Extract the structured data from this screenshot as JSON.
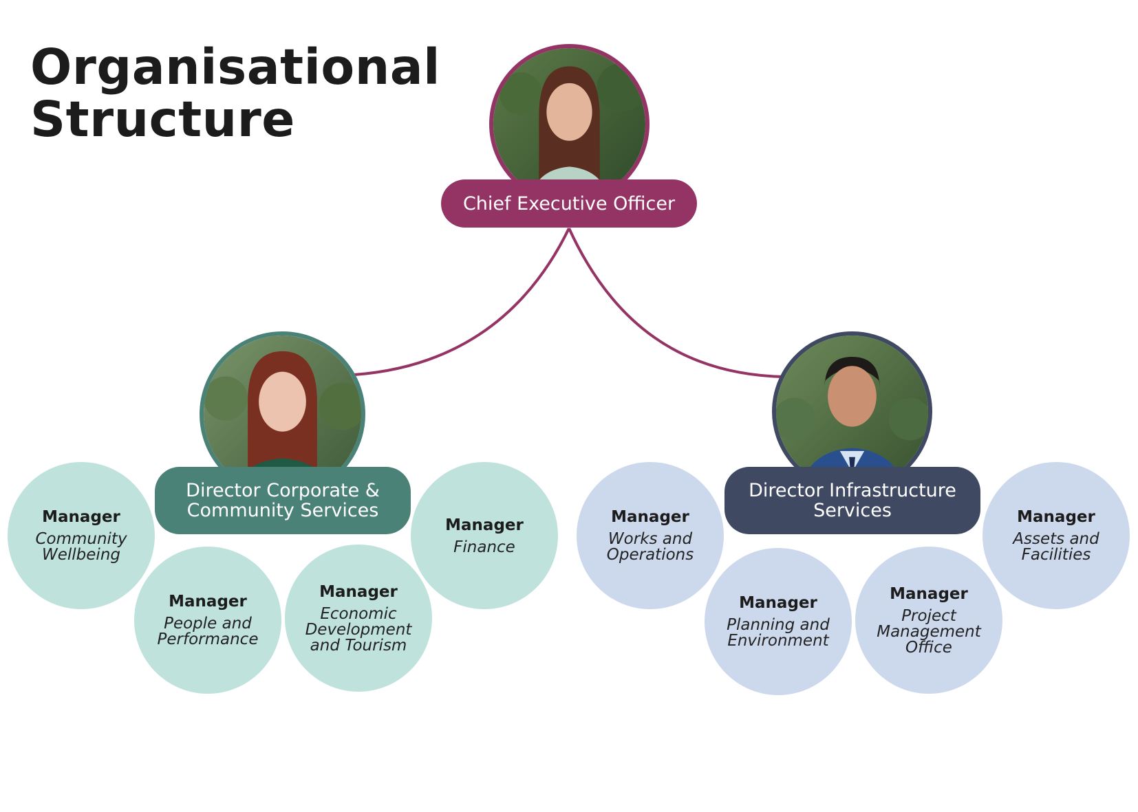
{
  "title": {
    "line1": "Organisational",
    "line2": "Structure"
  },
  "colors": {
    "ceo": "#943465",
    "corporate": "#4b8278",
    "corporate_light": "#bfe2dd",
    "infrastructure": "#3f4962",
    "infrastructure_light": "#ccd8ec",
    "connector": "#943465"
  },
  "ceo": {
    "role": "Chief Executive Officer",
    "photo": "portrait-photo"
  },
  "directors": [
    {
      "role": "Director Corporate & Community Services",
      "photo": "portrait-photo",
      "managers": [
        {
          "title": "Manager",
          "area": "Community Wellbeing"
        },
        {
          "title": "Manager",
          "area": "People and Performance"
        },
        {
          "title": "Manager",
          "area": "Economic Development and Tourism"
        },
        {
          "title": "Manager",
          "area": "Finance"
        }
      ]
    },
    {
      "role": "Director Infrastructure Services",
      "photo": "portrait-photo",
      "managers": [
        {
          "title": "Manager",
          "area": "Works and Operations"
        },
        {
          "title": "Manager",
          "area": "Planning and Environment"
        },
        {
          "title": "Manager",
          "area": "Project Management Office"
        },
        {
          "title": "Manager",
          "area": "Assets and Facilities"
        }
      ]
    }
  ]
}
